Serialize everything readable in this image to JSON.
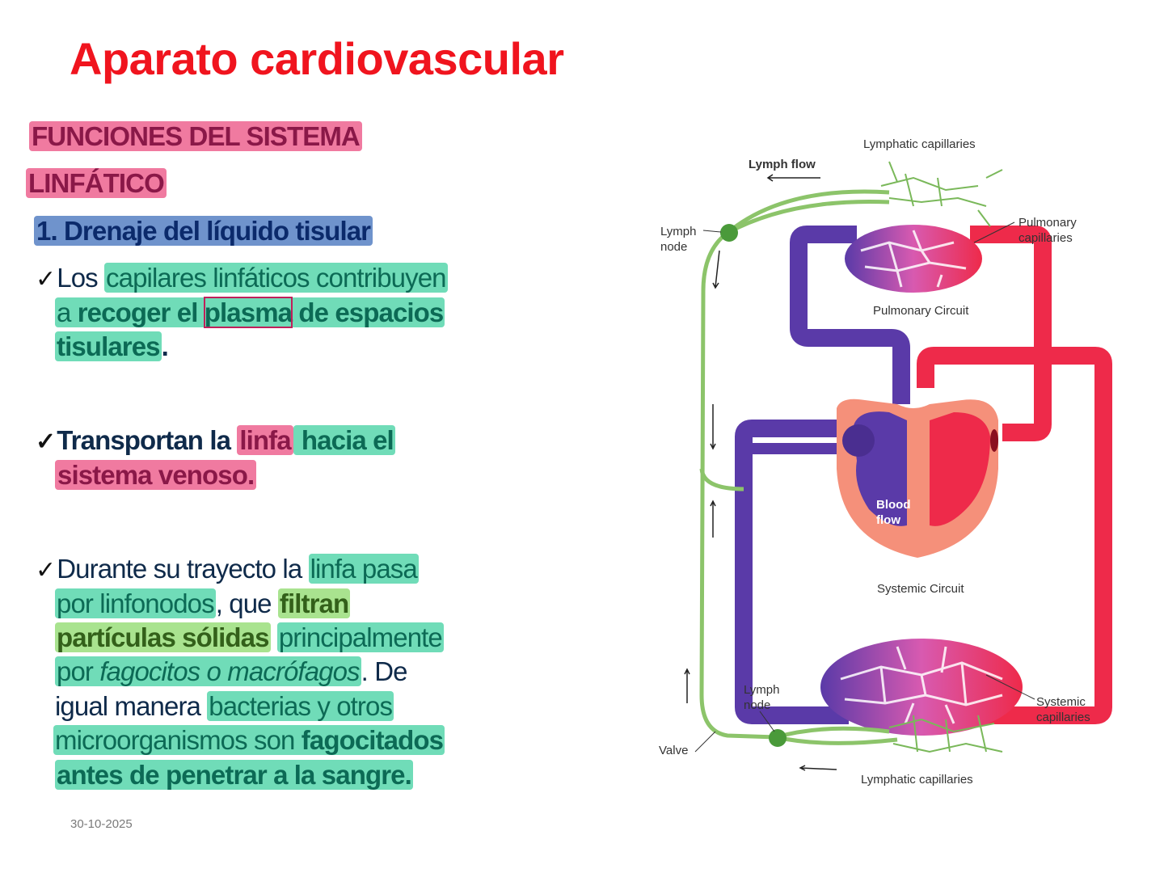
{
  "title": "Aparato cardiovascular",
  "heading": {
    "line1": "FUNCIONES DEL SISTEMA",
    "line2": "LINFÁTICO"
  },
  "subheading": "1. Drenaje del líquido tisular",
  "check_icon": "✓",
  "bullet1": {
    "s1": "Los ",
    "s2": "capilares linfáticos contribuyen",
    "s3": "a ",
    "s4": "recoger el ",
    "s5": "plasma",
    "s6": " de espacios",
    "s7": "tisulares",
    "s8": "."
  },
  "bullet2": {
    "s1": "Transportan la ",
    "s2": "linfa",
    "s3": " hacia el",
    "s4": "sistema venoso."
  },
  "bullet3": {
    "s1": "Durante su trayecto la ",
    "s2": "linfa pasa",
    "s3": "por linfonodos",
    "s4": ", que ",
    "s5": "filtran",
    "s6": "partículas sólidas",
    "s7": " ",
    "s8": "principalmente",
    "s9": "por ",
    "s10": "fagocitos o macrófagos",
    "s11": ". De",
    "s12": "igual manera ",
    "s13": "bacterias y otros",
    "s14": "microorganismos son ",
    "s15": "fagocitados",
    "s16": "antes de penetrar a la sangre."
  },
  "date": "30-10-2025",
  "diagram": {
    "lymphatic_capillaries_top": "Lymphatic capillaries",
    "lymph_flow": "Lymph flow",
    "lymph_node_top_1": "Lymph",
    "lymph_node_top_2": "node",
    "pulmonary_capillaries_1": "Pulmonary",
    "pulmonary_capillaries_2": "capillaries",
    "pulmonary_circuit": "Pulmonary Circuit",
    "blood_flow_1": "Blood",
    "blood_flow_2": "flow",
    "systemic_circuit": "Systemic Circuit",
    "lymph_node_bottom_1": "Lymph",
    "lymph_node_bottom_2": "node",
    "systemic_capillaries_1": "Systemic",
    "systemic_capillaries_2": "capillaries",
    "valve": "Valve",
    "lymphatic_capillaries_bottom": "Lymphatic capillaries",
    "colors": {
      "deoxygenated": "#5a3aa8",
      "oxygenated": "#ee2a4a",
      "lymph": "#8cc46a",
      "heart_wall": "#f5907a"
    }
  }
}
